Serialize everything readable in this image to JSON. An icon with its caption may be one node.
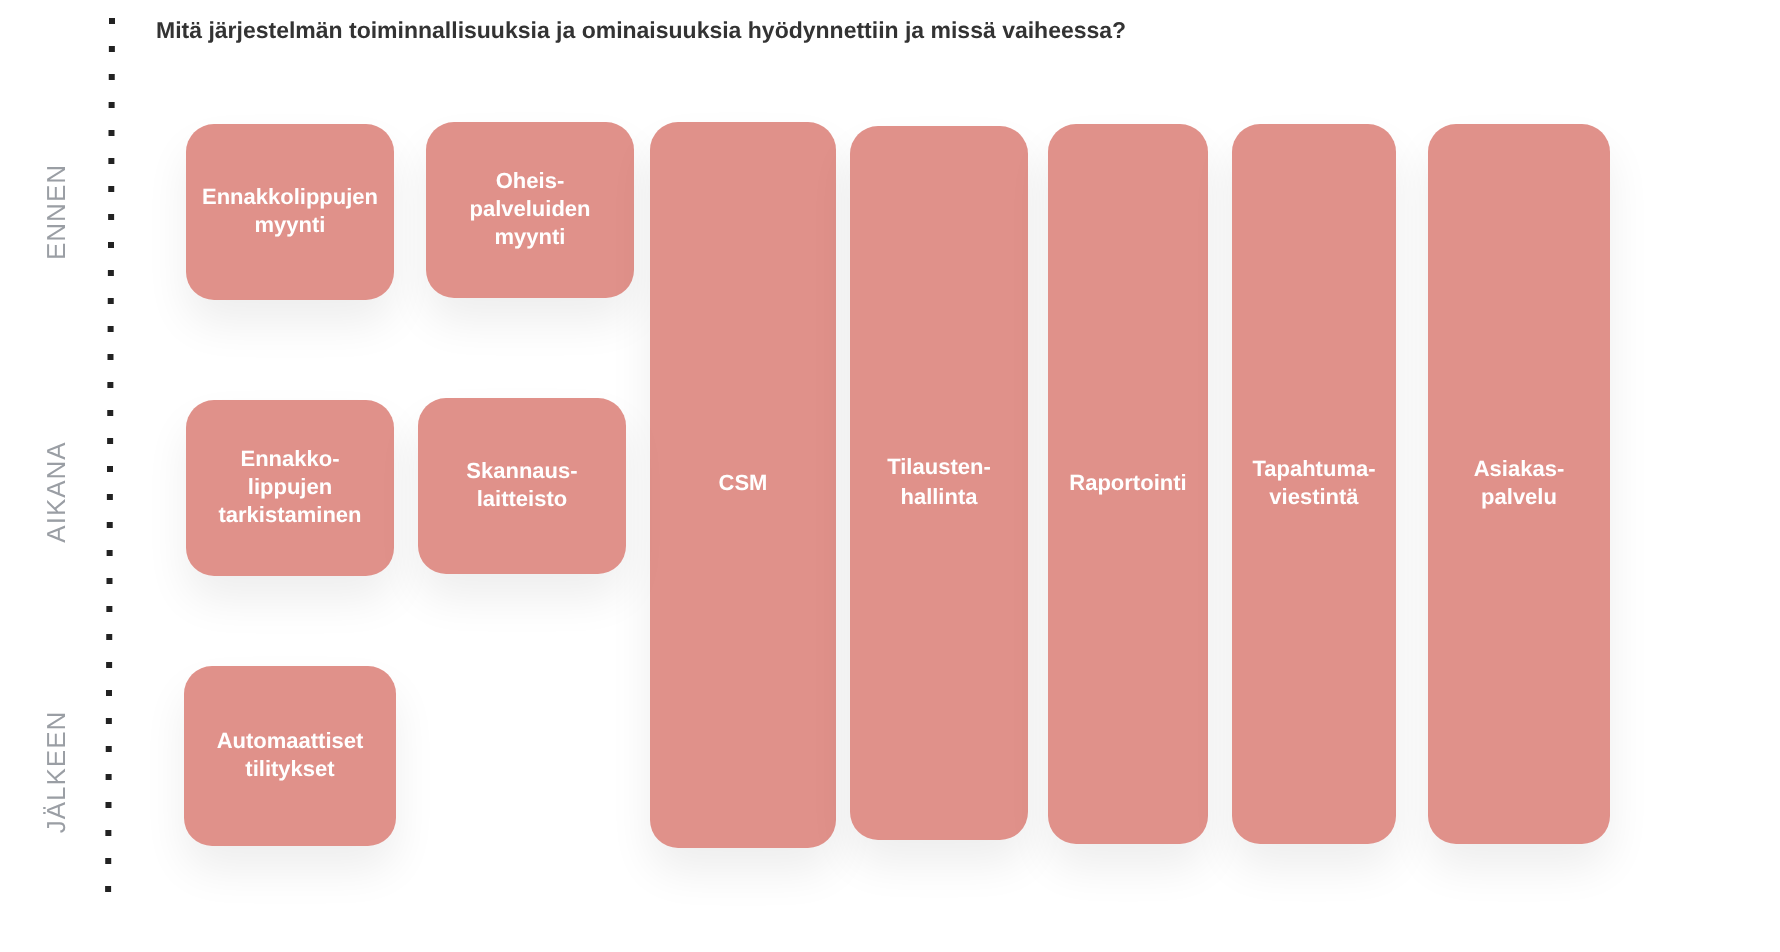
{
  "diagram": {
    "title": "Mitä järjestelmän toiminnallisuuksia ja ominaisuuksia hyödynnettiin ja missä vaiheessa?",
    "nodes": [
      {
        "text": [
          "Ennakkolippujen myynti"
        ]
      },
      {
        "text": [
          "Oheis- palveluiden myynti"
        ]
      },
      {
        "text": [
          "CSM"
        ]
      },
      {
        "text": [
          "Tilausten- hallinta"
        ]
      },
      {
        "text": [
          "Raportointi"
        ]
      },
      {
        "text": [
          "Tapahtuma- viestintä"
        ]
      },
      {
        "text": [
          "Asiakas- palvelu"
        ]
      },
      {
        "text": [
          "Ennakko- lippujen tarkistaminen"
        ]
      },
      {
        "text": [
          "Skannaus- laitteisto"
        ]
      },
      {
        "text": [
          "Automaattiset tilitykset"
        ]
      }
    ],
    "labels": [
      "ENNEN",
      "AIKANA",
      "JÄLKEEN"
    ]
  }
}
